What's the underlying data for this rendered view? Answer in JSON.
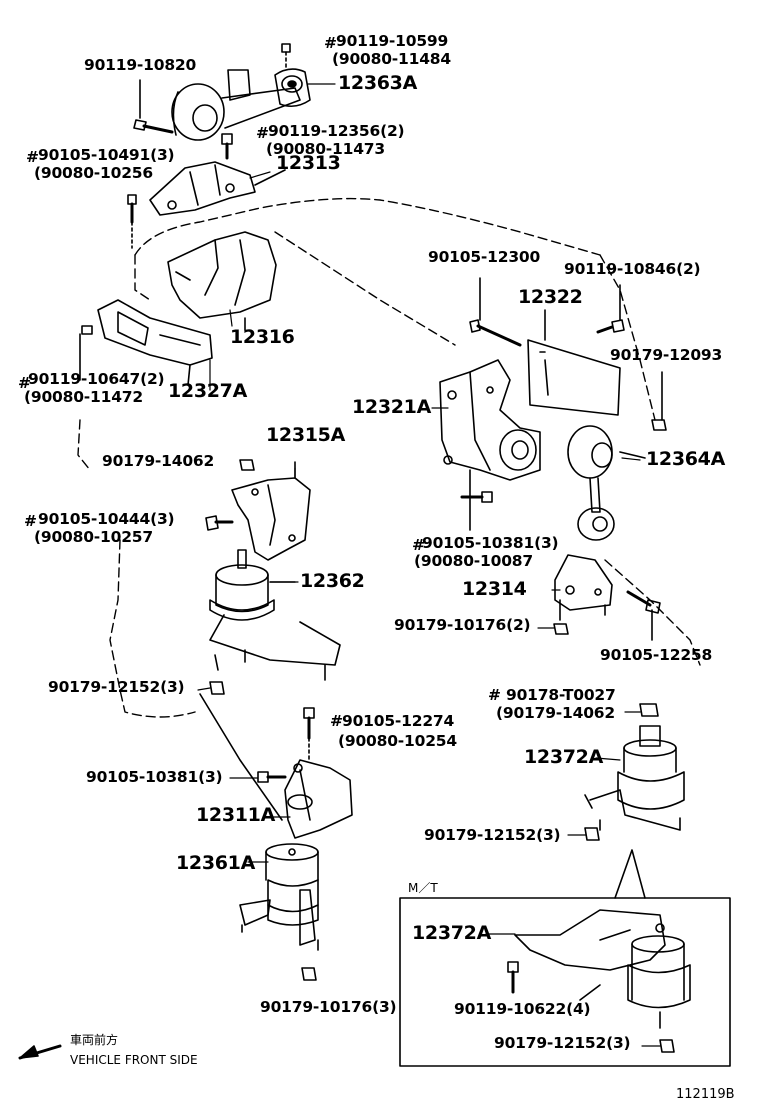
{
  "labels": {
    "p90119_10599": "90119-10599",
    "p90080_11484": "(90080-11484",
    "p90119_10820": "90119-10820",
    "p12363A": "12363A",
    "p90119_12356": "90119-12356(2)",
    "p90080_11473": "(90080-11473",
    "p90105_10491": "90105-10491(3)",
    "p90080_10256": "(90080-10256",
    "p12313": "12313",
    "p12316": "12316",
    "p90105_12300": "90105-12300",
    "p90119_10846": "90119-10846(2)",
    "p12322": "12322",
    "p90179_12093": "90179-12093",
    "p90119_10647": "90119-10647(2)",
    "p90080_11472": "(90080-11472",
    "p12327A": "12327A",
    "p12321A": "12321A",
    "p12364A": "12364A",
    "p12315A": "12315A",
    "p90179_14062": "90179-14062",
    "p90105_10444": "90105-10444(3)",
    "p90080_10257": "(90080-10257",
    "p90105_10381a": "90105-10381(3)",
    "p90080_10087": "(90080-10087",
    "p12362": "12362",
    "p12314": "12314",
    "p90179_10176a": "90179-10176(2)",
    "p90105_12258": "90105-12258",
    "p90179_12152a": "90179-12152(3)",
    "p90178_T0027": "90178-T0027",
    "p90179_14062b": "(90179-14062",
    "p90105_12274": "90105-12274",
    "p90080_10254": "(90080-10254",
    "p12372A": "12372A",
    "p90105_10381b": "90105-10381(3)",
    "p12311A": "12311A",
    "p90179_12152b": "90179-12152(3)",
    "p12361A": "12361A",
    "mt": "M／T",
    "p12372A_mt": "12372A",
    "p90119_10622": "90119-10622(4)",
    "p90179_10176b": "90179-10176(3)",
    "p90179_12152c": "90179-12152(3)"
  },
  "marks": {
    "sharp": "#"
  },
  "legend": {
    "jp": "車両前方",
    "en": "VEHICLE FRONT SIDE"
  },
  "ref": "112119B"
}
